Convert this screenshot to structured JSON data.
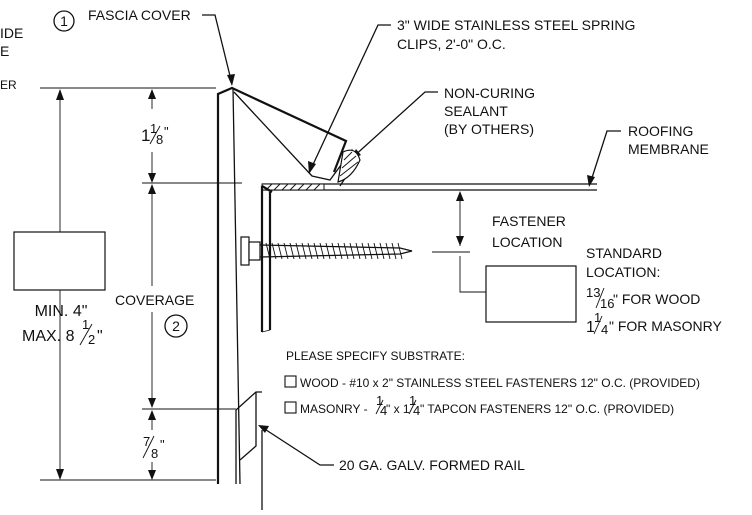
{
  "labels": {
    "left_edge_1": "IDE",
    "left_edge_2": "E",
    "left_edge_3": "ER",
    "callout_1": "1",
    "callout_2": "2",
    "fascia_cover": "FASCIA COVER",
    "spring_clips_1": "3\" WIDE STAINLESS STEEL SPRING",
    "spring_clips_2": "CLIPS, 2'-0\" O.C.",
    "sealant_1": "NON-CURING",
    "sealant_2": "SEALANT",
    "sealant_3": "(BY OTHERS)",
    "membrane_1": "ROOFING",
    "membrane_2": "MEMBRANE",
    "fastener_loc_1": "FASTENER",
    "fastener_loc_2": "LOCATION",
    "standard_1": "STANDARD",
    "standard_2": "LOCATION:",
    "standard_wood": "\" FOR WOOD",
    "standard_masonry": "\" FOR MASONRY",
    "coverage": "COVERAGE",
    "min": "MIN. 4\"",
    "max": "MAX. 8",
    "max_suffix": "\"",
    "rail": "20 GA. GALV. FORMED RAIL",
    "specify": "PLEASE SPECIFY SUBSTRATE:",
    "wood_option": "WOOD - #10 x 2\" STAINLESS STEEL FASTENERS 12\" O.C. (PROVIDED)",
    "masonry_prefix": "MASONRY - ",
    "masonry_mid": "\" x 1",
    "masonry_suffix": "\" TAPCON FASTENERS 12\" O.C. (PROVIDED)"
  },
  "dimensions": {
    "top": {
      "whole": "1",
      "num": "1",
      "den": "8",
      "mark": "\""
    },
    "bottom": {
      "num": "7",
      "den": "8",
      "mark": "\""
    },
    "wood_loc": {
      "num": "13",
      "den": "16"
    },
    "masonry_loc": {
      "whole": "1",
      "num": "1",
      "den": "4"
    },
    "max_frac": {
      "num": "1",
      "den": "2"
    },
    "masonry_a": {
      "num": "1",
      "den": "4"
    },
    "masonry_b": {
      "whole": "",
      "num": "1",
      "den": "4"
    }
  }
}
